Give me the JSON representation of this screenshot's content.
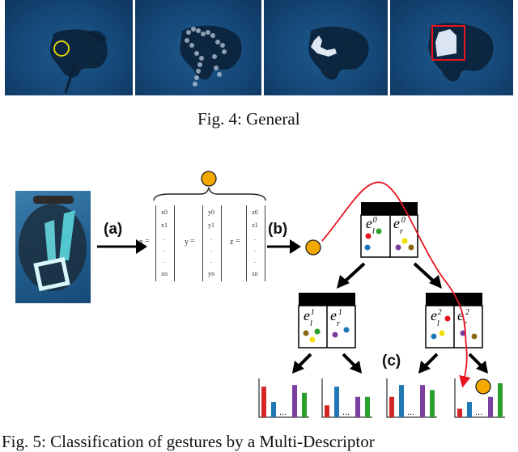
{
  "figure4": {
    "caption": "Fig. 4: General",
    "panels": [
      "hand-circle-frame",
      "segmented-hand-frame",
      "hand-mask-frame",
      "bounding-box-frame"
    ]
  },
  "figure5": {
    "step_labels": {
      "a": "(a)",
      "b": "(b)",
      "c": "(c)"
    },
    "feature_vectors": {
      "x": {
        "name": "x",
        "entries": [
          "x0",
          "x1",
          ".",
          ".",
          ".",
          "xn"
        ]
      },
      "y": {
        "name": "y",
        "entries": [
          "y0",
          "y1",
          ".",
          ".",
          ".",
          "yn"
        ]
      },
      "z": {
        "name": "z",
        "entries": [
          "z0",
          "z1",
          ".",
          ".",
          ".",
          "zn"
        ]
      }
    },
    "tree": {
      "root": {
        "left": "e_l^0",
        "right": "e_r^0"
      },
      "level1_left": {
        "left": "e_l^1",
        "right": "e_r^1"
      },
      "level1_right": {
        "left": "e_l^2",
        "right": "e_r^2"
      }
    },
    "histograms": [
      {
        "bars": [
          0.9,
          0.45,
          0.95,
          0.72
        ],
        "colors": [
          "#d62728",
          "#1f77b4",
          "#7a3fa0",
          "#2ca02c"
        ]
      },
      {
        "bars": [
          0.35,
          0.9,
          0.6,
          0.6
        ],
        "colors": [
          "#d62728",
          "#1f77b4",
          "#7a3fa0",
          "#2ca02c"
        ]
      },
      {
        "bars": [
          0.6,
          0.95,
          0.95,
          0.8
        ],
        "colors": [
          "#d62728",
          "#1f77b4",
          "#7a3fa0",
          "#2ca02c"
        ]
      },
      {
        "bars": [
          0.25,
          0.45,
          0.6,
          1.0
        ],
        "colors": [
          "#d62728",
          "#1f77b4",
          "#7a3fa0",
          "#2ca02c"
        ]
      }
    ],
    "caption": "Fig. 5: Classification of gestures by a Multi-Descriptor"
  },
  "colors": {
    "gold": "#f5a800",
    "red_path": "#e8141e",
    "panel_blue": "#154878"
  }
}
